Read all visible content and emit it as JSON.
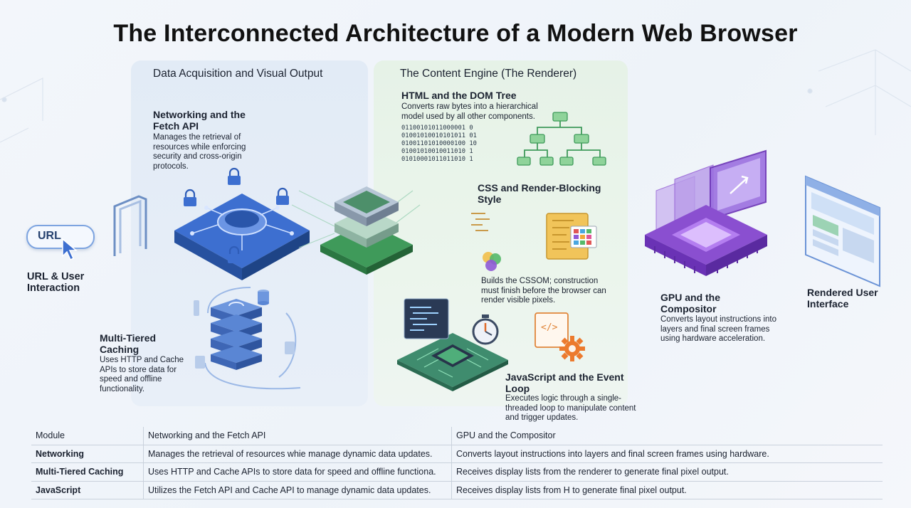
{
  "title": "The Interconnected Architecture of a Modern Web Browser",
  "panels": {
    "left_title": "Data Acquisition and Visual Output",
    "right_title": "The Content Engine (The Renderer)"
  },
  "url_box": {
    "label": "URL"
  },
  "url_interaction": {
    "label": "URL & User Interaction"
  },
  "networking": {
    "heading": "Networking and the Fetch API",
    "desc": "Manages the retrieval of resources while enforcing security and cross-origin protocols."
  },
  "caching": {
    "heading": "Multi-Tiered Caching",
    "desc": "Uses HTTP and Cache APIs to store data for speed and offline functionality."
  },
  "html_dom": {
    "heading": "HTML and the DOM Tree",
    "desc": "Converts raw bytes into a hierarchical model used by all other components.",
    "binary": [
      "01100101011000001 0",
      "01001010010101011 01",
      "01001101010000100 10",
      "01001010010011010 1",
      "01010001011011010 1"
    ]
  },
  "css": {
    "heading": "CSS and Render-Blocking Style",
    "desc": "Builds the CSSOM; construction must finish before the browser can render visible pixels."
  },
  "javascript": {
    "heading": "JavaScript and the Event Loop",
    "desc": "Executes logic through a single-threaded loop to manipulate content and trigger updates."
  },
  "gpu": {
    "heading": "GPU and the Compositor",
    "desc": "Converts layout instructions into layers and final screen frames using hardware acceleration."
  },
  "rendered_ui": {
    "label": "Rendered User Interface"
  },
  "table": {
    "header": [
      "Module",
      "Networking and the Fetch API",
      "GPU and the Compositor"
    ],
    "rows": [
      [
        "Networking",
        "Manages the retrieval of resources whie manage dynamic data updates.",
        "Converts layout instructions into layers and final screen frames using hardware."
      ],
      [
        "Multi-Tiered Caching",
        "Uses HTTP and Cache APIs to store data for speed and offline functiona.",
        "Receives display lists from the renderer to generate final pixel output."
      ],
      [
        "JavaScript",
        "Utilizes the Fetch API and Cache API to manage dynamic data updates.",
        "Receives display lists from H to generate final pixel output."
      ]
    ]
  },
  "colors": {
    "blue_accent": "#2f62c2",
    "green_accent": "#3f9a5a",
    "purple_accent": "#8a4fd0"
  },
  "icons": [
    "cursor-icon",
    "portal-icon",
    "lock-icon",
    "network-hub-icon",
    "database-icon",
    "sync-icon",
    "chip-stack-icon",
    "dom-tree-icon",
    "stylesheet-icon",
    "color-circles-icon",
    "code-window-icon",
    "stopwatch-icon",
    "gear-icon",
    "gpu-chip-icon",
    "browser-window-icon"
  ]
}
